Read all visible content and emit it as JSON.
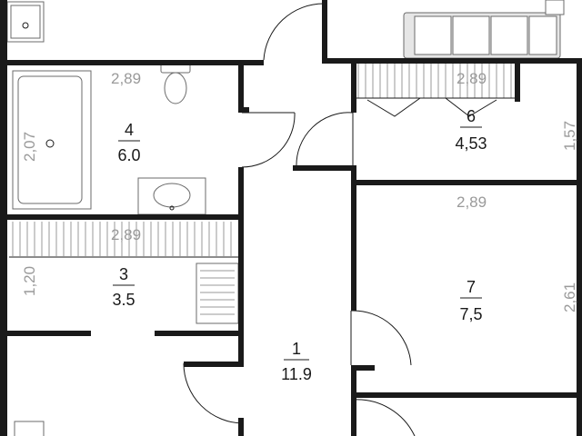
{
  "rooms": [
    {
      "number": "4",
      "area": "6.0"
    },
    {
      "number": "6",
      "area": "4,53"
    },
    {
      "number": "3",
      "area": "3.5"
    },
    {
      "number": "7",
      "area": "7,5"
    },
    {
      "number": "1",
      "area": "11.9"
    }
  ],
  "dimensions": {
    "bath_width": "2,89",
    "bath_height": "2,07",
    "wardrobe6_width": "2,89",
    "room6_height": "1,57",
    "room7_width": "2,89",
    "room7_height": "2,61",
    "room3_width": "2,89",
    "room3_height": "1,20"
  },
  "colors": {
    "wall": "#1a1a1a",
    "dimension_text": "#9a9a9a",
    "fixture": "#6b6b6b"
  }
}
